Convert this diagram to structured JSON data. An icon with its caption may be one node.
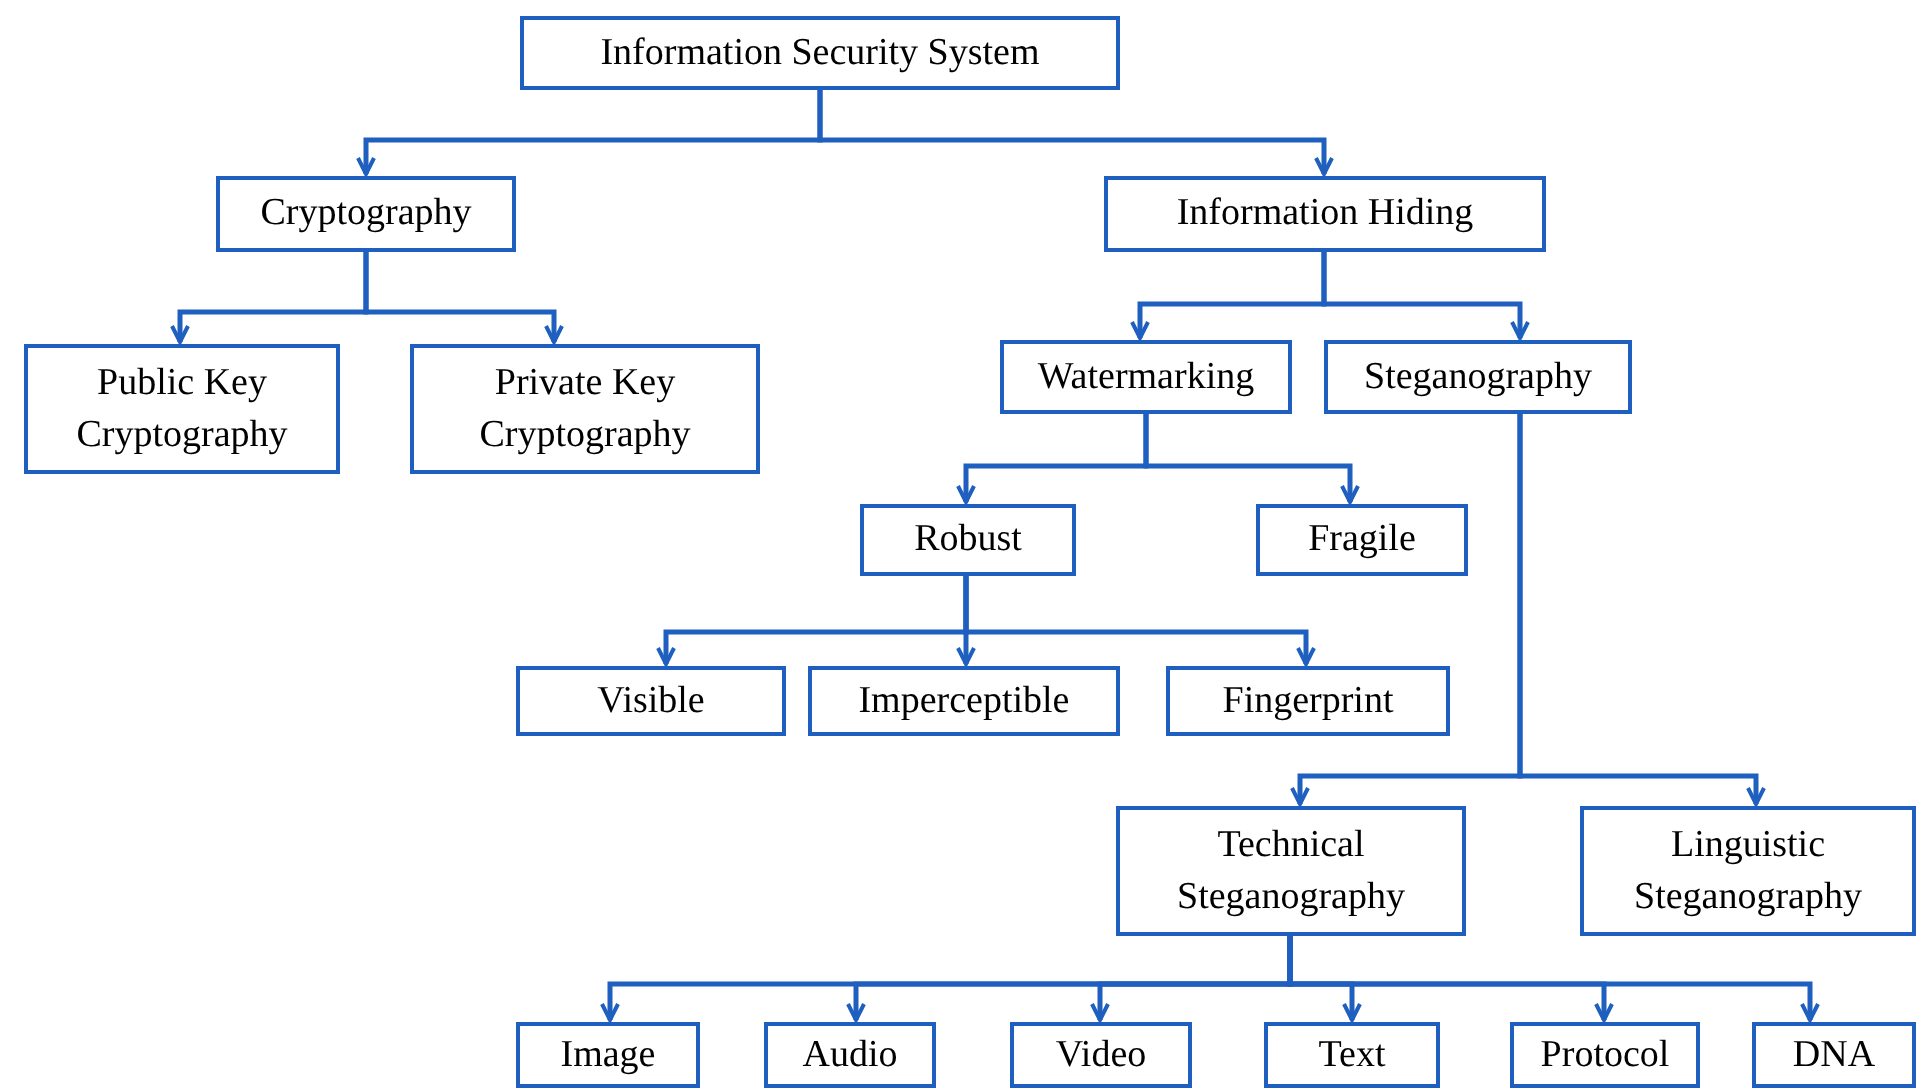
{
  "diagram": {
    "nodes": [
      {
        "text": [
          "Information Security System"
        ]
      },
      {
        "text": [
          "Cryptography"
        ]
      },
      {
        "text": [
          "Information Hiding"
        ]
      },
      {
        "text": [
          "Public Key Cryptography"
        ]
      },
      {
        "text": [
          "Private Key Cryptography"
        ]
      },
      {
        "text": [
          "Watermarking"
        ]
      },
      {
        "text": [
          "Steganography"
        ]
      },
      {
        "text": [
          "Robust"
        ]
      },
      {
        "text": [
          "Fragile"
        ]
      },
      {
        "text": [
          "Visible"
        ]
      },
      {
        "text": [
          "Imperceptible"
        ]
      },
      {
        "text": [
          "Fingerprint"
        ]
      },
      {
        "text": [
          "Technical Steganography"
        ]
      },
      {
        "text": [
          "Linguistic Steganography"
        ]
      },
      {
        "text": [
          "Image"
        ]
      },
      {
        "text": [
          "Audio"
        ]
      },
      {
        "text": [
          "Video"
        ]
      },
      {
        "text": [
          "Text"
        ]
      },
      {
        "text": [
          "Protocol"
        ]
      },
      {
        "text": [
          "DNA"
        ]
      }
    ],
    "edges": [
      {
        "from": 0,
        "to": 1,
        "arrow": "to"
      },
      {
        "from": 0,
        "to": 2,
        "arrow": "to"
      },
      {
        "from": 1,
        "to": 3,
        "arrow": "to"
      },
      {
        "from": 1,
        "to": 4,
        "arrow": "to"
      },
      {
        "from": 2,
        "to": 5,
        "arrow": "to"
      },
      {
        "from": 2,
        "to": 6,
        "arrow": "to"
      },
      {
        "from": 5,
        "to": 7,
        "arrow": "to"
      },
      {
        "from": 5,
        "to": 8,
        "arrow": "to"
      },
      {
        "from": 7,
        "to": 9,
        "arrow": "to"
      },
      {
        "from": 7,
        "to": 10,
        "arrow": "to"
      },
      {
        "from": 7,
        "to": 11,
        "arrow": "to"
      },
      {
        "from": 6,
        "to": 12,
        "arrow": "to"
      },
      {
        "from": 6,
        "to": 13,
        "arrow": "to"
      },
      {
        "from": 12,
        "to": 14,
        "arrow": "to"
      },
      {
        "from": 12,
        "to": 15,
        "arrow": "to"
      },
      {
        "from": 12,
        "to": 16,
        "arrow": "to"
      },
      {
        "from": 12,
        "to": 17,
        "arrow": "to"
      },
      {
        "from": 12,
        "to": 18,
        "arrow": "to"
      },
      {
        "from": 12,
        "to": 19,
        "arrow": "to"
      }
    ]
  }
}
